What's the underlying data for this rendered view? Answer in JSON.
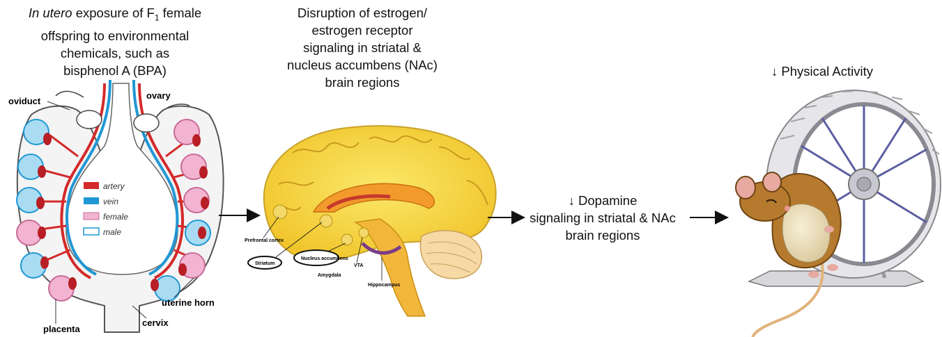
{
  "uterus_caption": {
    "italic": "In utero",
    "rest_line1": " exposure of F",
    "sub": "1",
    "rest_line1_end": " female",
    "line2": "offspring to environmental",
    "line3": "chemicals, such as",
    "line4": "bisphenol A (BPA)"
  },
  "brain_caption": {
    "line1": "Disruption of estrogen/",
    "line2": "estrogen receptor",
    "line3": "signaling in striatal &",
    "line4": "nucleus accumbens (NAc)",
    "line5": "brain regions"
  },
  "dopamine_caption": {
    "line1": "↓  Dopamine",
    "line2": "signaling in striatal & NAc",
    "line3": "brain regions"
  },
  "activity_caption": "↓ Physical Activity",
  "uterus_labels": {
    "oviduct": "oviduct",
    "ovary": "ovary",
    "uterine_horn": "uterine horn",
    "placenta": "placenta",
    "cervix": "cervix"
  },
  "legend": [
    {
      "label": "artery",
      "color": "#d42a2a"
    },
    {
      "label": "vein",
      "color": "#1f97d4"
    },
    {
      "label": "female",
      "color": "#f2b4d0"
    },
    {
      "label": "male",
      "color": "#a9dcf2"
    }
  ],
  "brain_labels": {
    "prefrontal": "Prefrontal cortex",
    "striatum": "Striatum",
    "nucleus_accumbens": "Nucleus accumbens",
    "amygdala": "Amygdala",
    "vta": "VTA",
    "hippocampus": "Hippocampus"
  }
}
